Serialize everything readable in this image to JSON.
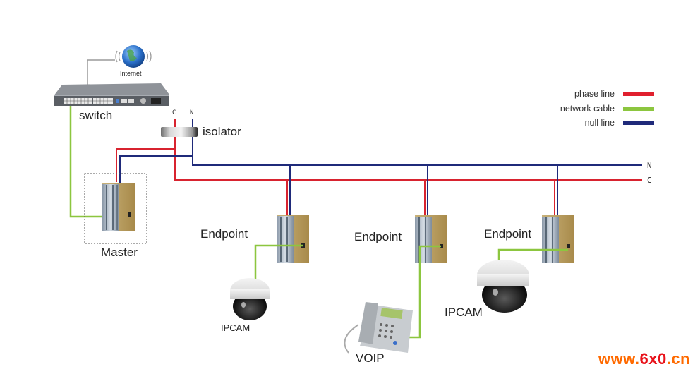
{
  "diagram": {
    "labels": {
      "internet": "Internet",
      "switch": "switch",
      "isolator": "isolator",
      "isolator_c": "C",
      "isolator_n": "N",
      "master": "Master",
      "endpoint_1": "Endpoint",
      "endpoint_2": "Endpoint",
      "endpoint_3": "Endpoint",
      "ipcam_1": "IPCAM",
      "ipcam_2": "IPCAM",
      "voip": "VOIP",
      "bus_n": "N",
      "bus_c": "C"
    },
    "legend": [
      {
        "label": "phase line",
        "color": "#e0202e"
      },
      {
        "label": "network cable",
        "color": "#8cc63f"
      },
      {
        "label": "null line",
        "color": "#1f2a7a"
      }
    ],
    "colors": {
      "phase": "#d8232f",
      "network": "#8cc63f",
      "null": "#1f2a7a",
      "gray_cable": "#9a9a9a"
    },
    "watermark": {
      "prefix": "www.",
      "mid": "6x0",
      "suffix": ".cn"
    }
  }
}
